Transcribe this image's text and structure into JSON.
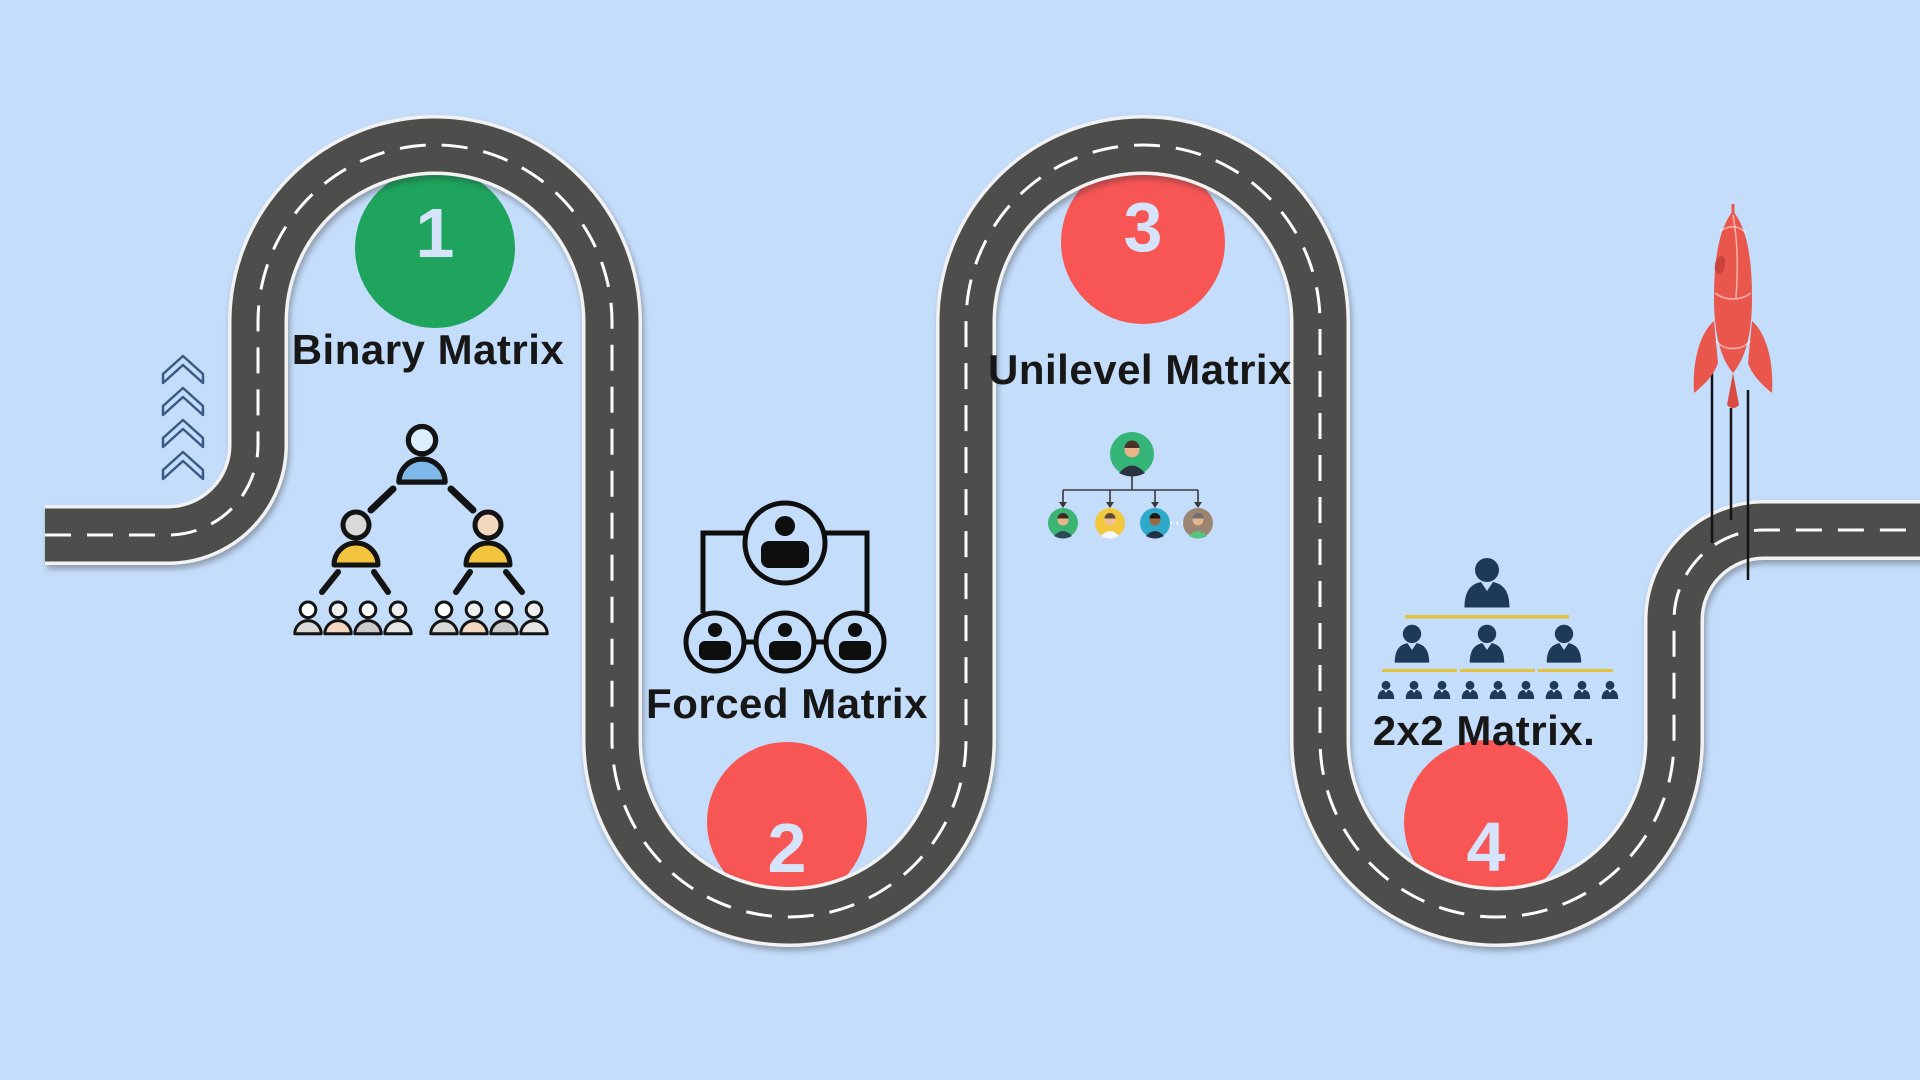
{
  "colors": {
    "background": "#c4ddfb",
    "road_asphalt": "#4d4d4b",
    "road_edge": "#f2f2f2",
    "road_dash": "#fdfdfd",
    "label_text": "#171717",
    "green_circle": "#1ea45c",
    "red_circle": "#f85555",
    "number_text": "#d6e4fb",
    "yellow_accent": "#e3c23c",
    "navy_silhouette": "#1d3a57",
    "rocket_red": "#e8564c",
    "trail_black": "#141414",
    "chevron_blue": "#3a5a86"
  },
  "stops": [
    {
      "number": "1",
      "label": "Binary Matrix",
      "circle_color": "#1ea45c",
      "number_color": "#d6e4fb",
      "icon": "binary-tree-icon"
    },
    {
      "number": "2",
      "label": "Forced Matrix",
      "circle_color": "#f85555",
      "number_color": "#d6e4fb",
      "icon": "forced-matrix-icon"
    },
    {
      "number": "3",
      "label": "Unilevel Matrix",
      "circle_color": "#f85555",
      "number_color": "#d6e4fb",
      "icon": "unilevel-tree-icon"
    },
    {
      "number": "4",
      "label": "2x2 Matrix.",
      "circle_color": "#f85555",
      "number_color": "#d6e4fb",
      "icon": "pyramid-org-icon"
    }
  ],
  "decorations": {
    "chevron_count": 4,
    "rocket": "rocket-icon",
    "trail_line_count": 3
  }
}
